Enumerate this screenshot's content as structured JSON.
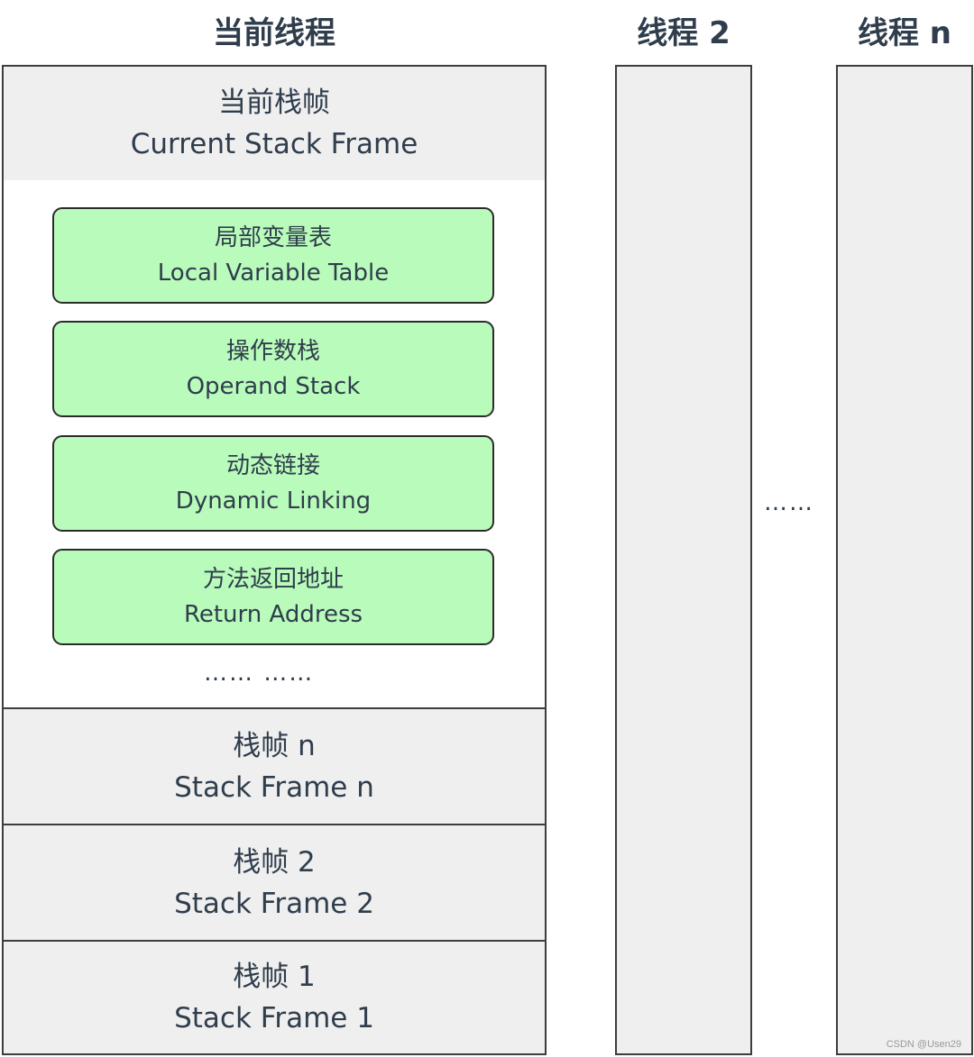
{
  "titles": {
    "current_thread": "当前线程",
    "thread_2": "线程 2",
    "thread_n": "线程 n"
  },
  "current_frame": {
    "zh": "当前栈帧",
    "en": "Current Stack Frame"
  },
  "frame_parts": [
    {
      "zh": "局部变量表",
      "en": "Local Variable Table"
    },
    {
      "zh": "操作数栈",
      "en": "Operand Stack"
    },
    {
      "zh": "动态链接",
      "en": "Dynamic Linking"
    },
    {
      "zh": "方法返回地址",
      "en": "Return Address"
    }
  ],
  "parts_ellipsis": "…… ……",
  "stack_frames": [
    {
      "zh": "栈帧 n",
      "en": "Stack Frame n"
    },
    {
      "zh": "栈帧 2",
      "en": "Stack Frame 2"
    },
    {
      "zh": "栈帧 1",
      "en": "Stack Frame 1"
    }
  ],
  "threads_ellipsis": "……",
  "watermark": "CSDN @Usen29",
  "colors": {
    "part_fill": "#b9fbbb",
    "frame_fill": "#efefef",
    "border": "#3d3d3d",
    "text": "#2f3d4c"
  }
}
